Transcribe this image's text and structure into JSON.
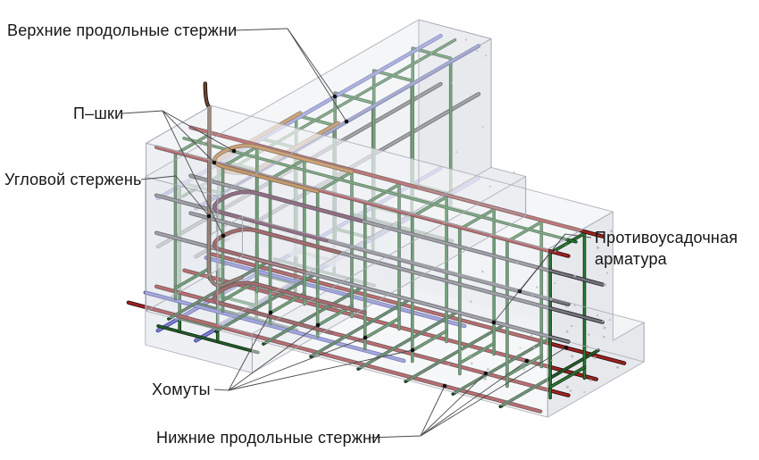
{
  "diagram": {
    "labels": {
      "top_bars": "Верхние продольные стержни",
      "u_bars": "П–шки",
      "corner_bar": "Угловой стержень",
      "shrinkage_line1": "Противоусадочная",
      "shrinkage_line2": "арматура",
      "stirrups": "Хомуты",
      "bottom_bars": "Нижние продольные стержни"
    },
    "colors": {
      "top_longitudinal": "#7b80d2",
      "bottom_longitudinal": "#a12222",
      "shrinkage_bars": "#76767c",
      "stirrups": "#2e7c34",
      "transverse_mesh": "#26602c",
      "u_bar_bend": "#b1691c",
      "mid_bend": "#5f2545",
      "low_bend": "#7c2020",
      "corner_bar": "#6b4630",
      "concrete_face": "#e8eaee",
      "concrete_edge": "#a6aab2",
      "leader_line": "#4a4a4a",
      "leader_dot": "#111111",
      "background": "#ffffff"
    }
  }
}
